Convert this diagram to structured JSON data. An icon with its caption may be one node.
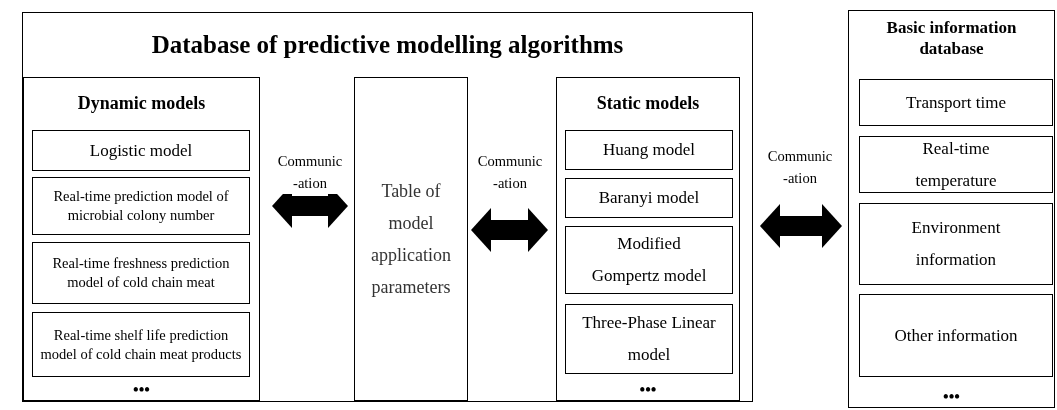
{
  "diagram": {
    "nodes": [
      {
        "text": [
          "Database of predictive modelling algorithms"
        ]
      },
      {
        "text": [
          "Dynamic models",
          "•••"
        ],
        "in": 0
      },
      {
        "text": [
          "Logistic model"
        ],
        "in": 1
      },
      {
        "text": [
          "Real-time prediction model of microbial colony number"
        ],
        "in": 1
      },
      {
        "text": [
          "Real-time freshness prediction model of cold chain meat"
        ],
        "in": 1
      },
      {
        "text": [
          "Real-time shelf life prediction model of cold chain meat products"
        ],
        "in": 1
      },
      {
        "text": [
          "Table of model application parameters"
        ],
        "in": 0
      },
      {
        "text": [
          "Static models",
          "•••"
        ],
        "in": 0
      },
      {
        "text": [
          "Huang model"
        ],
        "in": 7
      },
      {
        "text": [
          "Baranyi model"
        ],
        "in": 7
      },
      {
        "text": [
          "Modified Gompertz model"
        ],
        "in": 7
      },
      {
        "text": [
          "Three-Phase Linear model"
        ],
        "in": 7
      },
      {
        "text": [
          "Basic information database",
          "•••"
        ]
      },
      {
        "text": [
          "Transport time"
        ],
        "in": 12
      },
      {
        "text": [
          "Real-time temperature"
        ],
        "in": 12
      },
      {
        "text": [
          "Environment information"
        ],
        "in": 12
      },
      {
        "text": [
          "Other information"
        ],
        "in": 12
      }
    ],
    "edges": [
      {
        "from": 1,
        "to": 6,
        "arrow": "both",
        "label": "Communic -ation"
      },
      {
        "from": 6,
        "to": 7,
        "arrow": "both",
        "label": "Communic -ation"
      },
      {
        "from": 0,
        "to": 12,
        "arrow": "both",
        "label": "Communic -ation"
      }
    ]
  }
}
